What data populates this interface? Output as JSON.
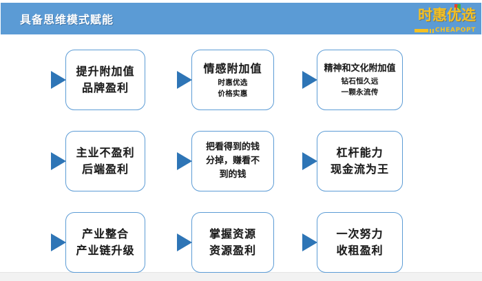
{
  "header": {
    "title": "具备思维模式赋能",
    "bar_color": "#5b9bd5",
    "title_color": "#ffffff"
  },
  "logo": {
    "mark": "时惠优选",
    "sub": "CHEAPOPT",
    "color": "#f5c022"
  },
  "theme": {
    "box_border": "#5b9bd5",
    "arrow_color": "#2e75b6",
    "text_color": "#1a1a1a",
    "page_background": "#ffffff",
    "footer_color": "#f2f2f2"
  },
  "grid": {
    "rows": 3,
    "columns": 3,
    "cells": [
      {
        "id": "cell-1",
        "arrow": "right-triangle",
        "main": "提升附加值",
        "main2": "品牌盈利",
        "sub1": "",
        "sub2": ""
      },
      {
        "id": "cell-2",
        "arrow": "right-triangle",
        "main": "情感附加值",
        "main2": "",
        "sub1": "时惠优选",
        "sub2": "价格实惠"
      },
      {
        "id": "cell-3",
        "arrow": "right-triangle",
        "main": "精神和文化附加值",
        "main2": "",
        "sub1": "钻石恒久远",
        "sub2": "一颗永流传"
      },
      {
        "id": "cell-4",
        "arrow": "right-triangle",
        "main": "主业不盈利",
        "main2": "后端盈利",
        "sub1": "",
        "sub2": ""
      },
      {
        "id": "cell-5",
        "arrow": "right-triangle",
        "main": "把看得到的钱",
        "main2": "分掉，赚看不",
        "main3": "到的钱",
        "sub1": "",
        "sub2": ""
      },
      {
        "id": "cell-6",
        "arrow": "right-triangle",
        "main": "杠杆能力",
        "main2": "现金流为王",
        "sub1": "",
        "sub2": ""
      },
      {
        "id": "cell-7",
        "arrow": "right-triangle",
        "main": "产业整合",
        "main2": "产业链升级",
        "sub1": "",
        "sub2": ""
      },
      {
        "id": "cell-8",
        "arrow": "right-triangle",
        "main": "掌握资源",
        "main2": "资源盈利",
        "sub1": "",
        "sub2": ""
      },
      {
        "id": "cell-9",
        "arrow": "right-triangle",
        "main": "一次努力",
        "main2": "收租盈利",
        "sub1": "",
        "sub2": ""
      }
    ]
  }
}
